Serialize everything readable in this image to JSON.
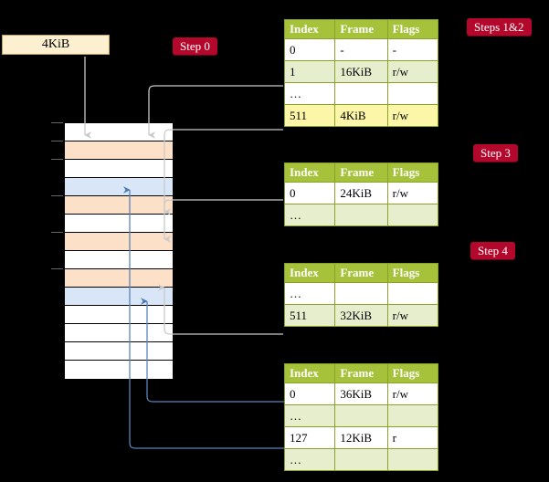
{
  "diagram": {
    "title_hidden": "Page table walk / frame allocation diagram",
    "background": "#000000",
    "accent_badge": "#b3082c",
    "table_header_color": "#a6c13a",
    "table_alt_row_color": "#e7eecd",
    "table_highlight_color": "#fbf6a8",
    "memory_orange": "#fce0c8",
    "memory_blue": "#d9e6f7"
  },
  "request": {
    "label": "4KiB"
  },
  "badges": {
    "step0": "Step 0",
    "steps12": "Steps 1&2",
    "step3": "Step 3",
    "step4": "Step 4"
  },
  "columns": {
    "index": "Index",
    "frame": "Frame",
    "flags": "Flags"
  },
  "tables": [
    {
      "name": "pml4-table",
      "rows": [
        {
          "index": "0",
          "frame": "-",
          "flags": "-",
          "style": "plain"
        },
        {
          "index": "1",
          "frame": "16KiB",
          "flags": "r/w",
          "style": "alt"
        },
        {
          "index": "…",
          "frame": "",
          "flags": "",
          "style": "plain"
        },
        {
          "index": "511",
          "frame": "4KiB",
          "flags": "r/w",
          "style": "hl"
        }
      ]
    },
    {
      "name": "pdpt-table",
      "rows": [
        {
          "index": "0",
          "frame": "24KiB",
          "flags": "r/w",
          "style": "plain"
        },
        {
          "index": "…",
          "frame": "",
          "flags": "",
          "style": "alt"
        }
      ]
    },
    {
      "name": "pd-table",
      "rows": [
        {
          "index": "…",
          "frame": "",
          "flags": "",
          "style": "plain"
        },
        {
          "index": "511",
          "frame": "32KiB",
          "flags": "r/w",
          "style": "alt"
        }
      ]
    },
    {
      "name": "pt-table",
      "rows": [
        {
          "index": "0",
          "frame": "36KiB",
          "flags": "r/w",
          "style": "plain"
        },
        {
          "index": "…",
          "frame": "",
          "flags": "",
          "style": "alt"
        },
        {
          "index": "127",
          "frame": "12KiB",
          "flags": "r",
          "style": "plain"
        },
        {
          "index": "…",
          "frame": "",
          "flags": "",
          "style": "alt"
        }
      ]
    }
  ],
  "memory": {
    "name": "physical-memory-column",
    "frames": [
      {
        "style": "plain"
      },
      {
        "style": "orange"
      },
      {
        "style": "plain"
      },
      {
        "style": "blue"
      },
      {
        "style": "orange"
      },
      {
        "style": "plain"
      },
      {
        "style": "orange"
      },
      {
        "style": "plain"
      },
      {
        "style": "orange"
      },
      {
        "style": "blue"
      },
      {
        "style": "plain"
      },
      {
        "style": "plain"
      },
      {
        "style": "plain"
      },
      {
        "style": "plain"
      }
    ]
  }
}
